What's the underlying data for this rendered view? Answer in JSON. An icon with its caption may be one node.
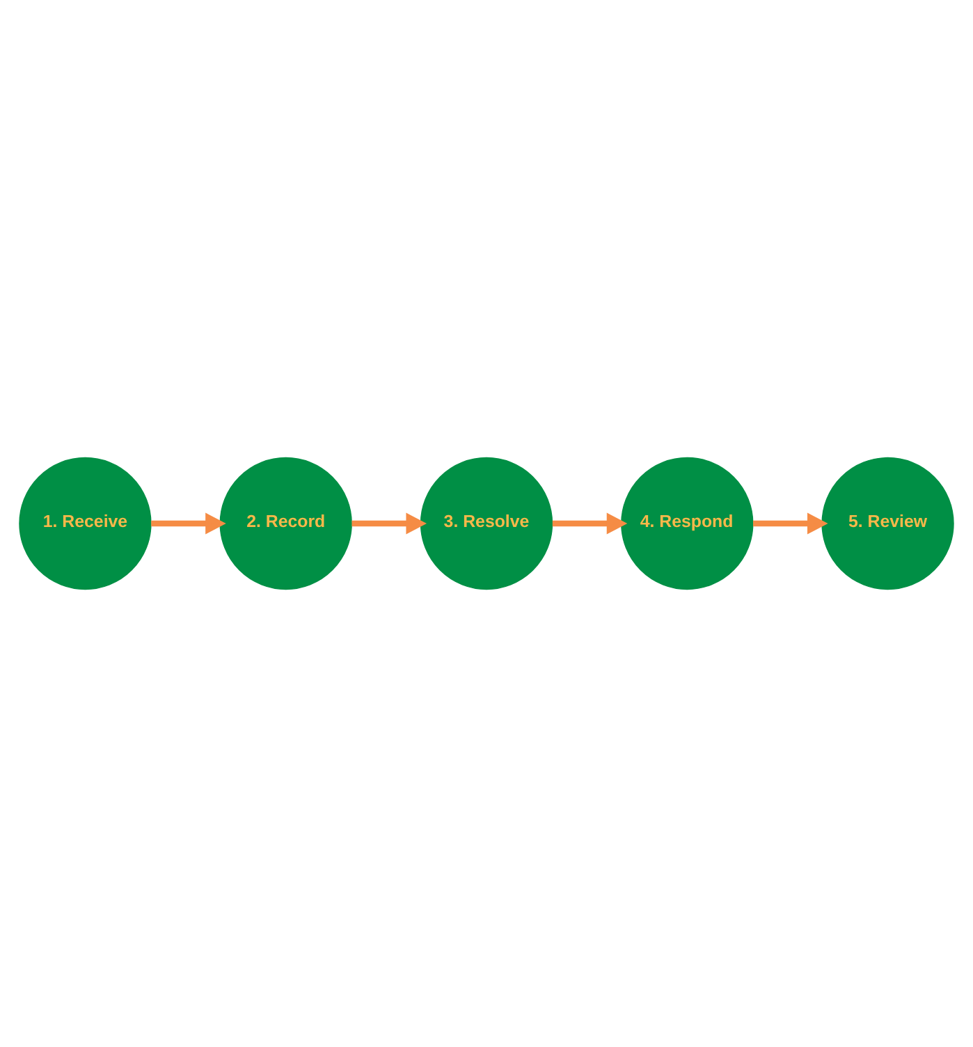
{
  "diagram": {
    "nodes": [
      {
        "text": [
          "1. Receive"
        ]
      },
      {
        "text": [
          "2. Record"
        ]
      },
      {
        "text": [
          "3. Resolve"
        ]
      },
      {
        "text": [
          "4. Respond"
        ]
      },
      {
        "text": [
          "5. Review"
        ]
      }
    ],
    "edges": [
      {
        "from": 0,
        "to": 1,
        "arrow": "to"
      },
      {
        "from": 1,
        "to": 2,
        "arrow": "to"
      },
      {
        "from": 2,
        "to": 3,
        "arrow": "to"
      },
      {
        "from": 3,
        "to": 4,
        "arrow": "to"
      }
    ]
  }
}
